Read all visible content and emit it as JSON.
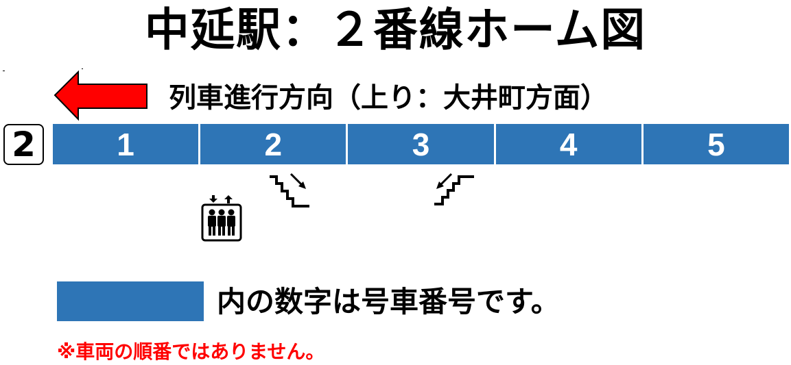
{
  "title": "中延駅：２番線ホーム図",
  "direction": {
    "label": "列車進行方向（上り：大井町方面）",
    "arrow": "left-arrow-icon",
    "arrow_color": "#ff0000"
  },
  "track": {
    "number": "2"
  },
  "cars": [
    {
      "number": "1"
    },
    {
      "number": "2"
    },
    {
      "number": "3"
    },
    {
      "number": "4"
    },
    {
      "number": "5"
    }
  ],
  "facilities": [
    {
      "type": "elevator-icon",
      "near_car": "1-2 boundary"
    },
    {
      "type": "stairs-down-icon",
      "near_car": "2"
    },
    {
      "type": "stairs-up-icon",
      "near_car": "3"
    }
  ],
  "legend": {
    "text": "内の数字は号車番号です。",
    "swatch_color": "#2e75b6"
  },
  "note": {
    "text": "※車両の順番ではありません。",
    "color": "#ff0000"
  }
}
